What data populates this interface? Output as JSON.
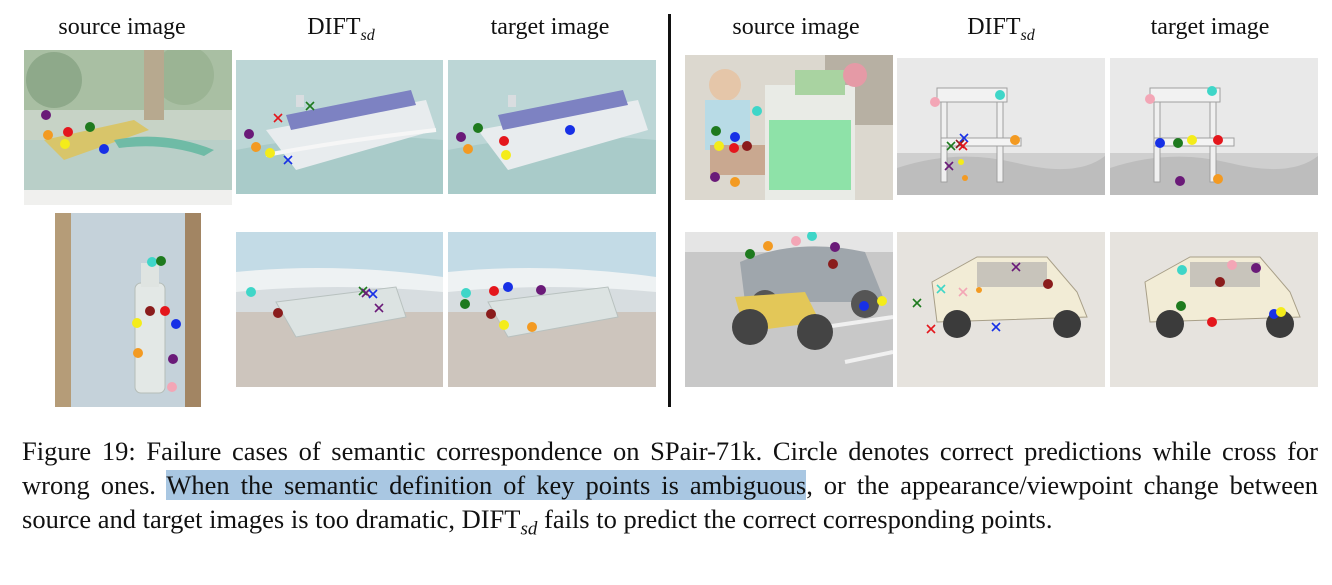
{
  "headers": {
    "source": "source image",
    "dift_main": "DIFT",
    "dift_sub": "sd",
    "target": "target image"
  },
  "caption": {
    "prefix": "Figure 19: Failure cases of semantic correspondence on SPair-71k. Circle denotes correct predictions while cross for wrong ones. ",
    "highlight": "When the semantic definition of key points is ambiguous",
    "middle": ", or the appearance/viewpoint change between source and target images is too dramatic, DIFT",
    "sub": "sd",
    "suffix": " fails to predict the correct corresponding points."
  },
  "colors": {
    "highlight": "#a9c7e2",
    "red": "#e4161c",
    "green": "#1e7a1e",
    "blue": "#1730e6",
    "purple": "#6a1a78",
    "orange": "#f39a22",
    "yellow": "#f4ec1a",
    "darkred": "#8a1c1c",
    "cyan": "#3fd6c8",
    "pink": "#f3a6b6"
  }
}
